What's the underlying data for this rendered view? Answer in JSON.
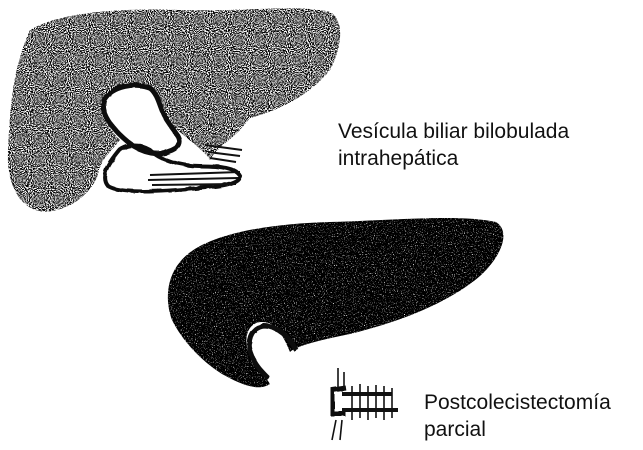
{
  "figure": {
    "top": {
      "caption_line1": "Vesícula biliar bilobulada",
      "caption_line2": "intrahepática"
    },
    "bottom": {
      "caption_line1": "Postcolecistectomía",
      "caption_line2": "parcial"
    }
  },
  "colors": {
    "ink": "#111111",
    "paper": "#ffffff"
  }
}
